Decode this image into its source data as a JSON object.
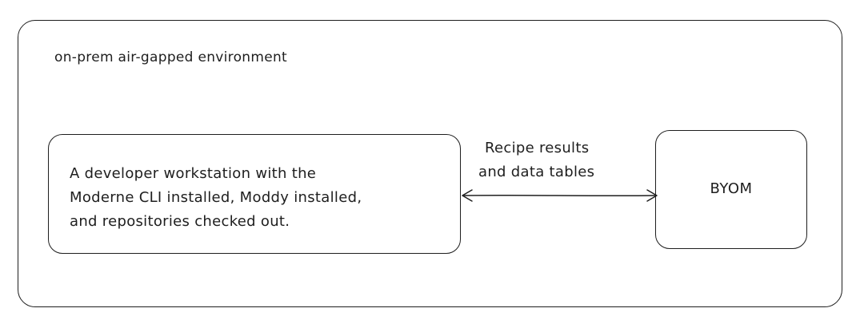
{
  "diagram": {
    "environment_label": "on-prem air-gapped environment",
    "workstation": {
      "lines": [
        "A developer workstation with the",
        "Moderne CLI installed, Moddy installed,",
        "and repositories checked out."
      ]
    },
    "edge": {
      "label_lines": [
        "Recipe results",
        "and data tables"
      ],
      "direction": "bidirectional"
    },
    "byom": {
      "label": "BYOM"
    },
    "colors": {
      "stroke": "#1e1e1e",
      "background": "#ffffff"
    }
  }
}
